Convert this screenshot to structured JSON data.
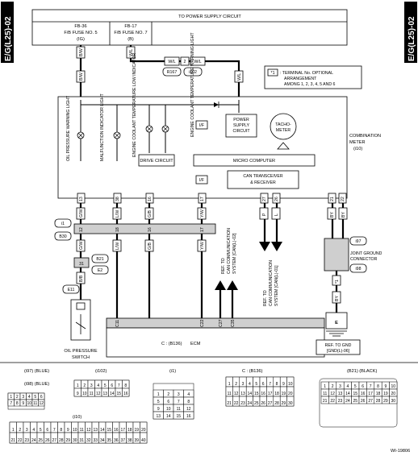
{
  "side_label": "E/G(L25)-02",
  "power_supply": "TO POWER SUPPLY CIRCUIT",
  "fuse1": {
    "line1": "FB-36",
    "line2": "F/B FUSE NO. 5",
    "line3": "(IG)"
  },
  "fuse2": {
    "line1": "FB-17",
    "line2": "F/B FUSE NO. 7",
    "line3": "(B)"
  },
  "wire_colors": {
    "bw": "B/W",
    "wl": "W/L",
    "gw": "G/W",
    "lw": "L/W",
    "gb": "G/B",
    "yw": "Y/W",
    "bb": "B/B",
    "br": "B/R",
    "p": "P",
    "l": "L",
    "by": "BY",
    "b": "B"
  },
  "joint_connector_label": "2",
  "connectors": {
    "r167": "R167",
    "i102": "i102",
    "i10": "i10",
    "i1": "i1",
    "b30": "B30",
    "b21": "B21",
    "e2": "E2",
    "e11": "E11",
    "i97": "i97",
    "i98": "i98"
  },
  "legend": {
    "mark": "*1",
    "text1": ": TERMINAL No. OPTIONAL",
    "text2": "ARRANGEMENT",
    "text3": "AMONG 1, 2, 3, 4, 5 AND 6"
  },
  "meter": {
    "label1": "COMBINATION",
    "label2": "METER",
    "conn": "(i10)"
  },
  "lamps": {
    "oil": "OIL PRESSURE WARNING LIGHT",
    "mil": "MALFUNCTION INDICATOR LIGHT",
    "temp_low": "ENGINE COOLANT TEMPERATURE LOW INDICATOR",
    "temp_hi": "ENGINE COOLANT TEMPERATURE WARNING LIGHT"
  },
  "drive_circuit": "DRIVE CIRCUIT",
  "if": "I/F",
  "power_circuit": {
    "l1": "POWER",
    "l2": "SUPPLY",
    "l3": "CIRCUIT"
  },
  "tacho": {
    "l1": "TACHO-",
    "l2": "METER"
  },
  "micro": "MICRO COMPUTER",
  "can": {
    "l1": "CAN TRANSCEIVER",
    "l2": "& RECEIVER"
  },
  "pins": {
    "p13": "13",
    "p38": "38",
    "p16": "16",
    "p17": "17",
    "p27": "27",
    "p26": "26",
    "p21": "21",
    "p22": "22",
    "p1": "1",
    "p11": "11",
    "p22b": "22",
    "p27b": "27",
    "p35": "35",
    "p3": "3",
    "p5": "5",
    "p6": "6",
    "p4": "4",
    "p2": "2",
    "s1": "*1",
    "p8": "8",
    "p7": "7",
    "p23": "23",
    "p18": "18",
    "p12": "12",
    "p9": "9",
    "p10": "10"
  },
  "ref1": {
    "l1": "REF. TO",
    "l2": "CAN COMMUNICATION",
    "l3": "SYSTEM [CAN(L)-02]"
  },
  "ref2": {
    "l1": "REF. TO",
    "l2": "CAN COMMUNICATION",
    "l3": "SYSTEM [CAN(L)-01]"
  },
  "joint_ground": {
    "l1": "JOINT GROUND",
    "l2": "CONNECTOR"
  },
  "ground_mark": "E",
  "gnd_ref": {
    "l1": "REF. TO GND",
    "l2": "[GND(L)-06]"
  },
  "ecm": {
    "conn": "C : (B136)",
    "label": "ECM"
  },
  "oil_switch": {
    "l1": "OIL PRESSURE",
    "l2": "SWITCH"
  },
  "connector_views": {
    "i97_title": "(i97) (BLUE)",
    "i98_title": "(i98) (BLUE)",
    "i102_title": "(i102)",
    "i1_title": "(i1)",
    "b136_title": "C : (B136)",
    "b21_title": "(B21) (BLACK)",
    "i10_title": "(i10)"
  },
  "figure_id": "WI-19806"
}
